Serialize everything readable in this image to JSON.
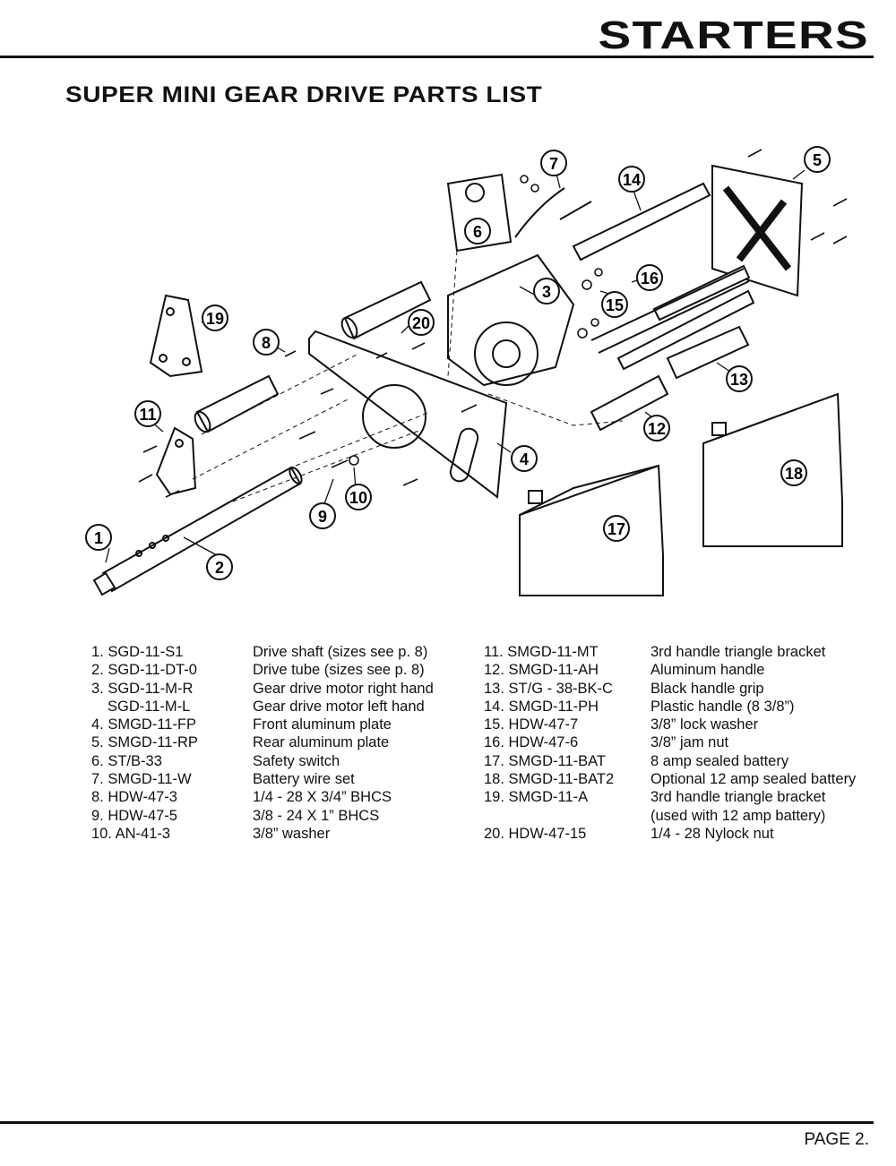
{
  "header": {
    "title": "STARTERS"
  },
  "heading": "SUPER MINI GEAR DRIVE PARTS LIST",
  "callouts": [
    "1",
    "2",
    "3",
    "4",
    "5",
    "6",
    "7",
    "8",
    "9",
    "10",
    "11",
    "12",
    "13",
    "14",
    "15",
    "16",
    "17",
    "18",
    "19",
    "20"
  ],
  "parts_left": [
    {
      "code": "1. SGD-11-S1",
      "desc": "Drive shaft (sizes see p. 8)"
    },
    {
      "code": "2. SGD-11-DT-0",
      "desc": "Drive tube  (sizes see p. 8)"
    },
    {
      "code": "3. SGD-11-M-R",
      "desc": "Gear drive motor right hand"
    },
    {
      "code": "SGD-11-M-L",
      "desc": "Gear drive motor left hand"
    },
    {
      "code": "4. SMGD-11-FP",
      "desc": "Front aluminum plate"
    },
    {
      "code": "5. SMGD-11-RP",
      "desc": "Rear aluminum plate"
    },
    {
      "code": "6. ST/B-33",
      "desc": "Safety switch"
    },
    {
      "code": "7. SMGD-11-W",
      "desc": "Battery wire set"
    },
    {
      "code": "8. HDW-47-3",
      "desc": "1/4 - 28 X 3/4” BHCS"
    },
    {
      "code": "9. HDW-47-5",
      "desc": "3/8 - 24 X 1” BHCS"
    },
    {
      "code": "10. AN-41-3",
      "desc": "3/8” washer"
    }
  ],
  "parts_right": [
    {
      "code": "11. SMGD-11-MT",
      "desc": "3rd handle triangle bracket"
    },
    {
      "code": "12. SMGD-11-AH",
      "desc": "Aluminum handle"
    },
    {
      "code": "13. ST/G - 38-BK-C",
      "desc": "Black handle grip"
    },
    {
      "code": "14. SMGD-11-PH",
      "desc": "Plastic handle (8 3/8”)"
    },
    {
      "code": "15. HDW-47-7",
      "desc": "3/8” lock washer"
    },
    {
      "code": "16. HDW-47-6",
      "desc": "3/8” jam nut"
    },
    {
      "code": "17. SMGD-11-BAT",
      "desc": "8 amp sealed battery"
    },
    {
      "code": "18. SMGD-11-BAT2",
      "desc": "Optional 12 amp sealed battery"
    },
    {
      "code": "19. SMGD-11-A",
      "desc": "3rd handle triangle bracket"
    },
    {
      "code": "",
      "desc": "(used with 12 amp battery)"
    },
    {
      "code": "20. HDW-47-15",
      "desc": "1/4 - 28 Nylock nut"
    }
  ],
  "footer": {
    "page": "PAGE 2."
  }
}
